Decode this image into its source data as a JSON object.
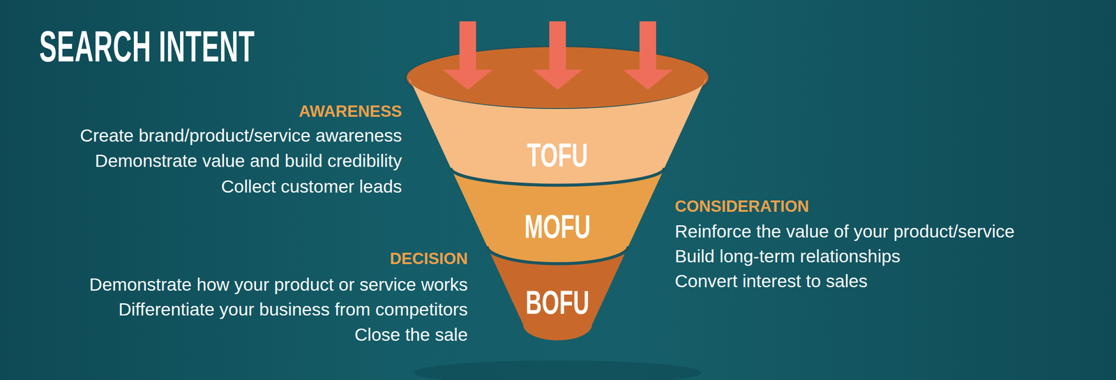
{
  "diagram": {
    "title": "SEARCH INTENT",
    "nodes": [
      {
        "text": [
          "TOFU"
        ]
      },
      {
        "text": [
          "MOFU"
        ]
      },
      {
        "text": [
          "BOFU"
        ]
      }
    ],
    "labels": [
      "AWARENESS",
      "Create brand/product/service awareness",
      "Demonstrate value and build credibility",
      "Collect customer leads",
      "CONSIDERATION",
      "Reinforce the value of your product/service",
      "Build long-term relationships",
      "Convert interest to sales",
      "DECISION",
      "Demonstrate how your product or service works",
      "Differentiate your business from competitors",
      "Close the sale"
    ]
  }
}
